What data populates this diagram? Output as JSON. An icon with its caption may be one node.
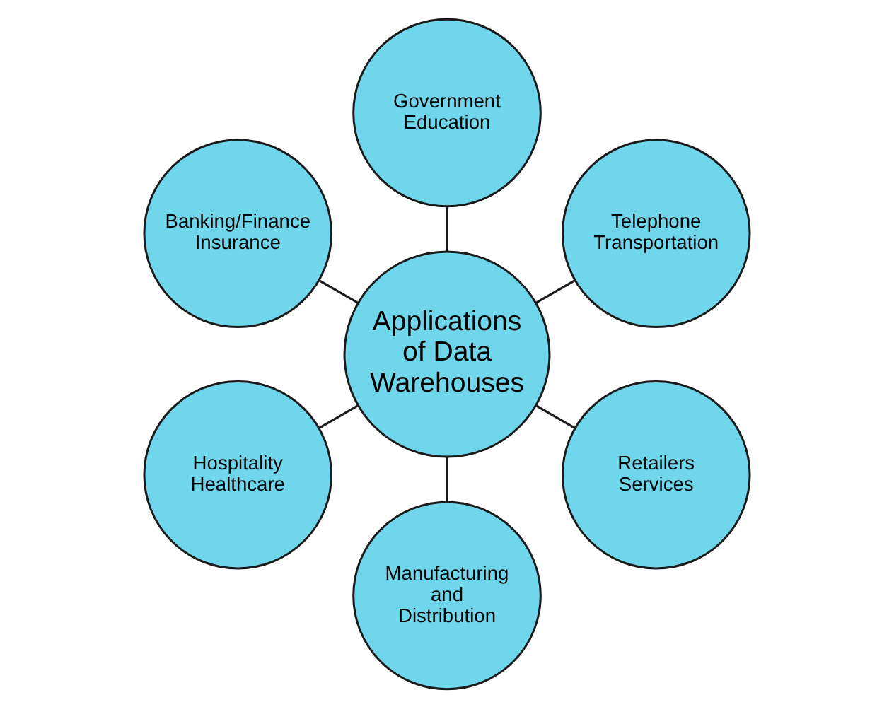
{
  "diagram": {
    "nodes": [
      {
        "text": [
          "Applications of Data Warehouses"
        ]
      },
      {
        "text": [
          "Telephone Transportation"
        ]
      },
      {
        "text": [
          "Government Education"
        ]
      },
      {
        "text": [
          "Banking/Finance Insurance"
        ]
      },
      {
        "text": [
          "Hospitality Healthcare"
        ]
      },
      {
        "text": [
          "Manufacturing and Distribution"
        ]
      },
      {
        "text": [
          "Retailers Services"
        ]
      }
    ],
    "edges": [
      {
        "from": 0,
        "to": 1,
        "arrow": "none"
      },
      {
        "from": 0,
        "to": 2,
        "arrow": "none"
      },
      {
        "from": 0,
        "to": 3,
        "arrow": "none"
      },
      {
        "from": 0,
        "to": 4,
        "arrow": "none"
      },
      {
        "from": 0,
        "to": 5,
        "arrow": "none"
      },
      {
        "from": 0,
        "to": 6,
        "arrow": "none"
      }
    ]
  }
}
